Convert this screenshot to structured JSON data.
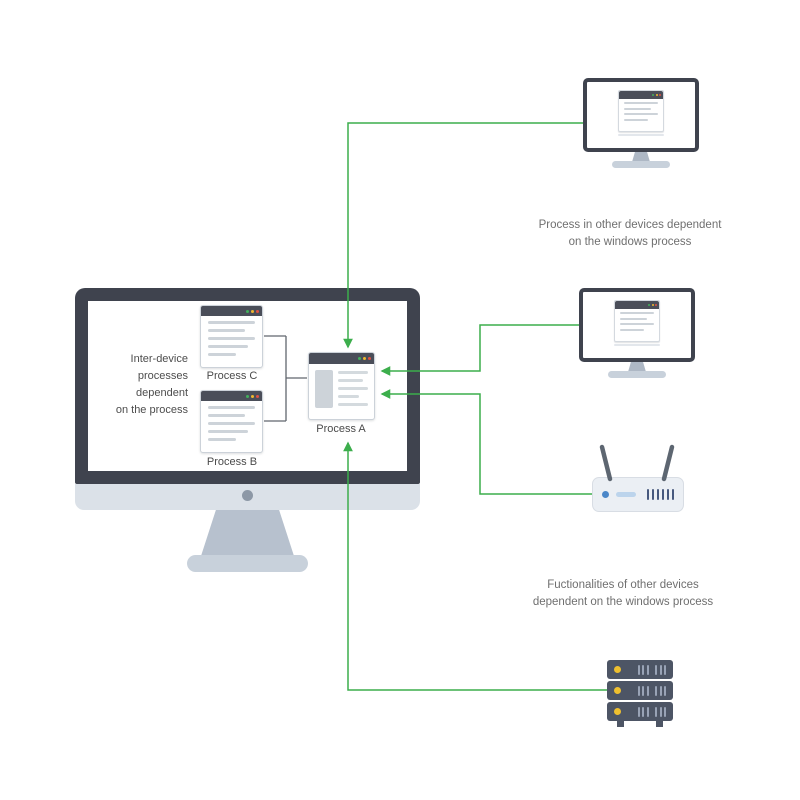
{
  "colors": {
    "connector_green": "#3cae4c",
    "device_frame_dark": "#3f434e",
    "window_titlebar": "#4a4e59",
    "server_body": "#4d5565",
    "server_led_yellow": "#efc02f",
    "router_led_blue": "#4b87c8",
    "stand_gray": "#b7c1ce"
  },
  "monitor_note": "Inter-device\nprocesses\ndependent\non the process",
  "labels": {
    "process_a": "Process A",
    "process_b": "Process B",
    "process_c": "Process C"
  },
  "captions": {
    "top": "Process in other devices dependent\non the windows process",
    "bottom": "Fuctionalities of other devices\ndependent on the windows process"
  }
}
